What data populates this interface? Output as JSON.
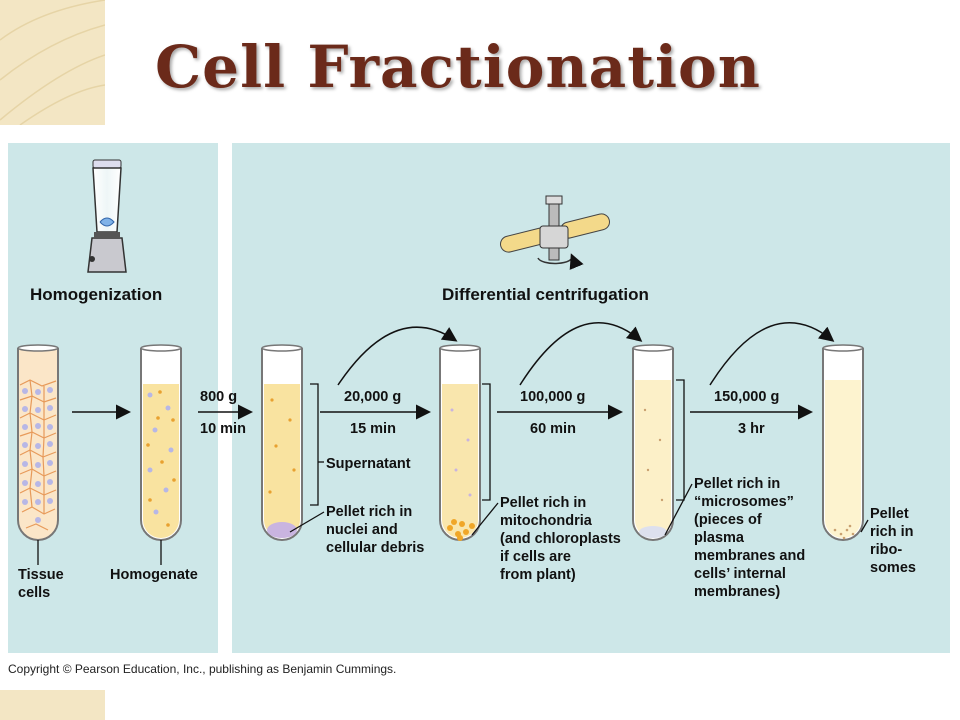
{
  "title": "Cell Fractionation",
  "sections": {
    "homogenization": "Homogenization",
    "differential_centrifugation": "Differential centrifugation"
  },
  "tubes": {
    "tissue_cells": [
      "Tissue",
      "cells"
    ],
    "homogenate": "Homogenate"
  },
  "steps": [
    {
      "force": "800 g",
      "time": "10 min"
    },
    {
      "force": "20,000 g",
      "time": "15 min"
    },
    {
      "force": "100,000 g",
      "time": "60 min"
    },
    {
      "force": "150,000 g",
      "time": "3 hr"
    }
  ],
  "supernatant": "Supernatant",
  "pellets": {
    "nuclei": [
      "Pellet rich in",
      "nuclei and",
      "cellular debris"
    ],
    "mitochondria": [
      "Pellet rich in",
      "mitochondria",
      "(and chloroplasts",
      "if cells are",
      "from plant)"
    ],
    "microsomes": [
      "Pellet rich in",
      "“microsomes”",
      "(pieces of",
      "plasma",
      "membranes and",
      "cells’ internal",
      "membranes)"
    ],
    "ribosomes": [
      "Pellet",
      "rich in",
      "ribo-",
      "somes"
    ]
  },
  "copyright": "Copyright © Pearson Education, Inc., publishing as Benjamin Cummings.",
  "colors": {
    "panel": "#cde7e8",
    "title": "#6b2a1a",
    "tube_fill": "#f8e7a8",
    "pellet_mito": "#f0a628"
  }
}
